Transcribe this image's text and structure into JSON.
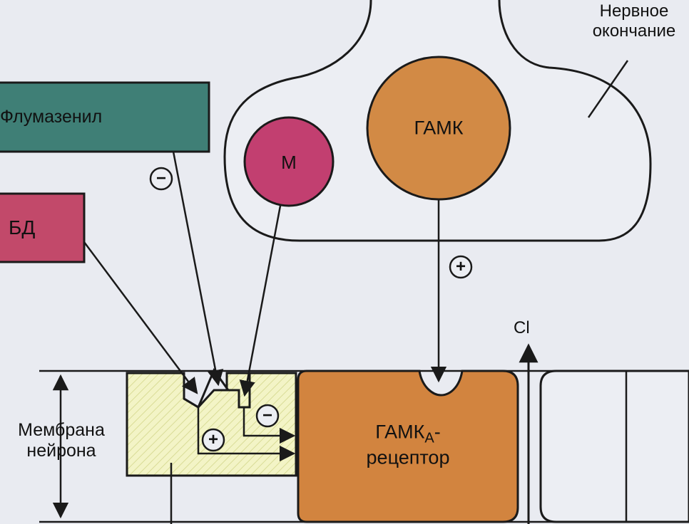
{
  "labels": {
    "nerve_ending_line1": "Нервное",
    "nerve_ending_line2": "окончание",
    "flumazenil": "Флумазенил",
    "bd": "БД",
    "m": "М",
    "gaba": "ГАМК",
    "receptor_main": "ГАМК",
    "receptor_sub": "А",
    "receptor_dash": "-",
    "receptor_line2": "рецептор",
    "membrane_line1": "Мембрана",
    "membrane_line2": "нейрона",
    "cl": "Cl",
    "minus_sign": "−",
    "plus_sign": "+"
  },
  "colors": {
    "flumazenil_box": "#3f7f76",
    "bd_box": "#c2496a",
    "m_circle": "#c23f70",
    "gaba_circle": "#d28a45",
    "receptor": "#d2843f",
    "site_fill": "#f2f2c2",
    "line": "#1a1a1a",
    "background": "#e9ebf1"
  }
}
